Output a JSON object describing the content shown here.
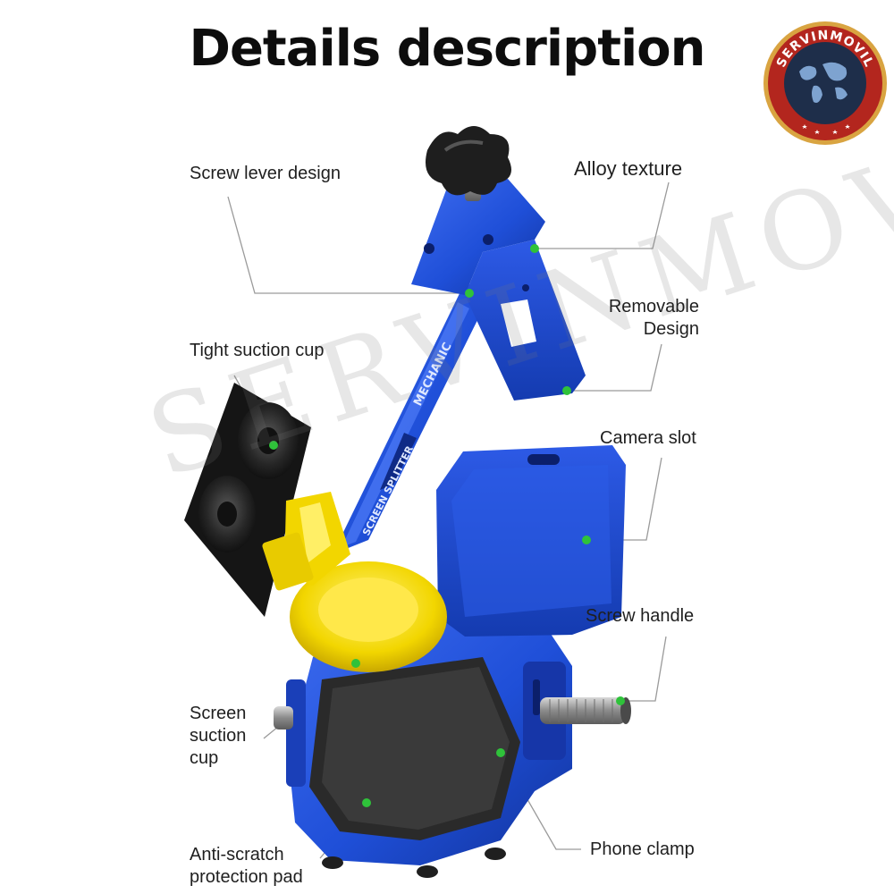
{
  "title": "Details description",
  "brand": {
    "name": "SERVINMOVIL",
    "watermark": "SERVINMOVIL"
  },
  "tool_text": {
    "brand_mark": "MECHANIC",
    "model": "SCREEN SPLITTER"
  },
  "labels": {
    "screw_lever": "Screw lever design",
    "alloy": "Alloy texture",
    "removable_1": "Removable",
    "removable_2": "Design",
    "suction": "Tight suction cup",
    "camera": "Camera slot",
    "screw_handle": "Screw handle",
    "screen_cup_1": "Screen",
    "screen_cup_2": "suction",
    "screen_cup_3": "cup",
    "pad_1": "Anti-scratch",
    "pad_2": "protection pad",
    "clamp": "Phone clamp"
  },
  "colors": {
    "tool_blue": "#1f4fd8",
    "tool_blue_dark": "#11339b",
    "suction_yellow": "#f2d600",
    "marker_green": "#2fc23a",
    "leader_gray": "#9a9a9a",
    "logo_red": "#b3261e",
    "logo_gold": "#d9a441"
  },
  "icons": [
    "world-map-icon",
    "star-icon",
    "knob-icon"
  ]
}
